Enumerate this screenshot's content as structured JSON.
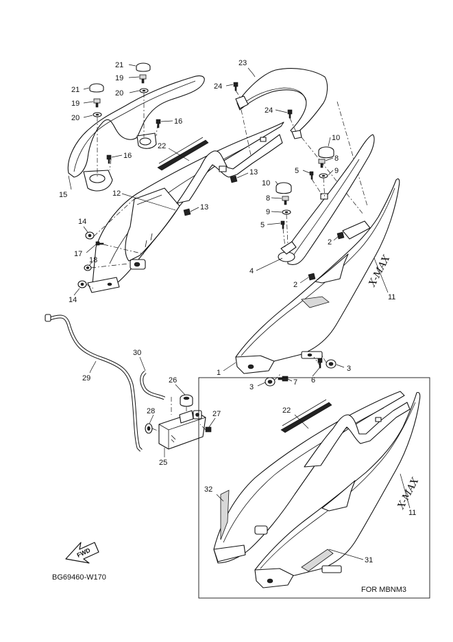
{
  "diagram": {
    "code": "BG69460-W170",
    "variant_note": "FOR MBNM3",
    "fwd_label": "FWD",
    "decal_text": "X-MAX",
    "callouts": [
      {
        "id": "c21a",
        "label": "21"
      },
      {
        "id": "c19a",
        "label": "19"
      },
      {
        "id": "c20a",
        "label": "20"
      },
      {
        "id": "c21b",
        "label": "21"
      },
      {
        "id": "c19b",
        "label": "19"
      },
      {
        "id": "c20b",
        "label": "20"
      },
      {
        "id": "c16a",
        "label": "16"
      },
      {
        "id": "c16b",
        "label": "16"
      },
      {
        "id": "c22a",
        "label": "22"
      },
      {
        "id": "c15",
        "label": "15"
      },
      {
        "id": "c12",
        "label": "12"
      },
      {
        "id": "c13a",
        "label": "13"
      },
      {
        "id": "c13b",
        "label": "13"
      },
      {
        "id": "c14a",
        "label": "14"
      },
      {
        "id": "c17",
        "label": "17"
      },
      {
        "id": "c18",
        "label": "18"
      },
      {
        "id": "c14b",
        "label": "14"
      },
      {
        "id": "c23",
        "label": "23"
      },
      {
        "id": "c24a",
        "label": "24"
      },
      {
        "id": "c24b",
        "label": "24"
      },
      {
        "id": "c10a",
        "label": "10"
      },
      {
        "id": "c8a",
        "label": "8"
      },
      {
        "id": "c5a",
        "label": "5"
      },
      {
        "id": "c9a",
        "label": "9"
      },
      {
        "id": "c10b",
        "label": "10"
      },
      {
        "id": "c8b",
        "label": "8"
      },
      {
        "id": "c9b",
        "label": "9"
      },
      {
        "id": "c5b",
        "label": "5"
      },
      {
        "id": "c2a",
        "label": "2"
      },
      {
        "id": "c4",
        "label": "4"
      },
      {
        "id": "c2b",
        "label": "2"
      },
      {
        "id": "c11a",
        "label": "11"
      },
      {
        "id": "c1",
        "label": "1"
      },
      {
        "id": "c3a",
        "label": "3"
      },
      {
        "id": "c7",
        "label": "7"
      },
      {
        "id": "c6",
        "label": "6"
      },
      {
        "id": "c3b",
        "label": "3"
      },
      {
        "id": "c29",
        "label": "29"
      },
      {
        "id": "c30",
        "label": "30"
      },
      {
        "id": "c26",
        "label": "26"
      },
      {
        "id": "c28",
        "label": "28"
      },
      {
        "id": "c27",
        "label": "27"
      },
      {
        "id": "c25",
        "label": "25"
      },
      {
        "id": "c22b",
        "label": "22"
      },
      {
        "id": "c32",
        "label": "32"
      },
      {
        "id": "c11b",
        "label": "11"
      },
      {
        "id": "c31",
        "label": "31"
      }
    ]
  }
}
